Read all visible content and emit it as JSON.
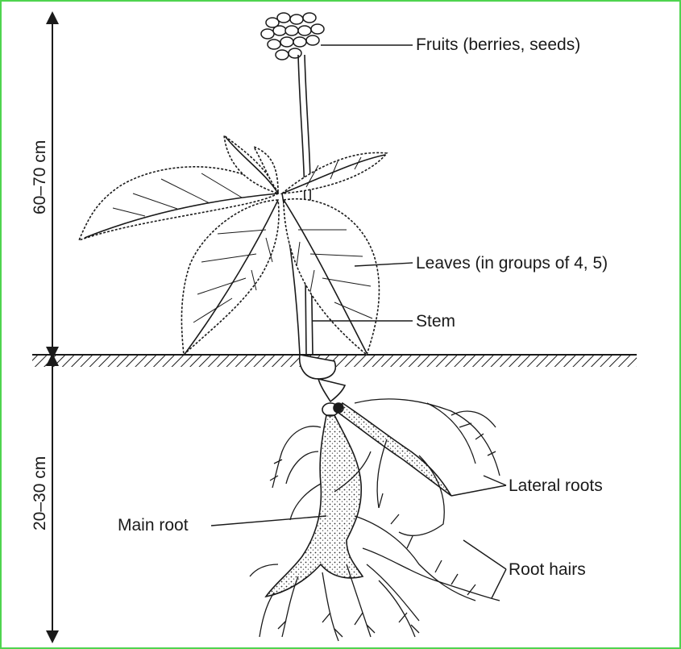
{
  "colors": {
    "frame": "#4fd44f",
    "ink": "#1a1a1a",
    "background": "#ffffff"
  },
  "labels": {
    "fruits": "Fruits (berries, seeds)",
    "leaves": "Leaves (in groups of 4, 5)",
    "stem": "Stem",
    "lateral_roots": "Lateral roots",
    "main_root": "Main root",
    "root_hairs": "Root hairs"
  },
  "dimensions": {
    "above_ground": "60–70 cm",
    "below_ground": "20–30 cm"
  }
}
